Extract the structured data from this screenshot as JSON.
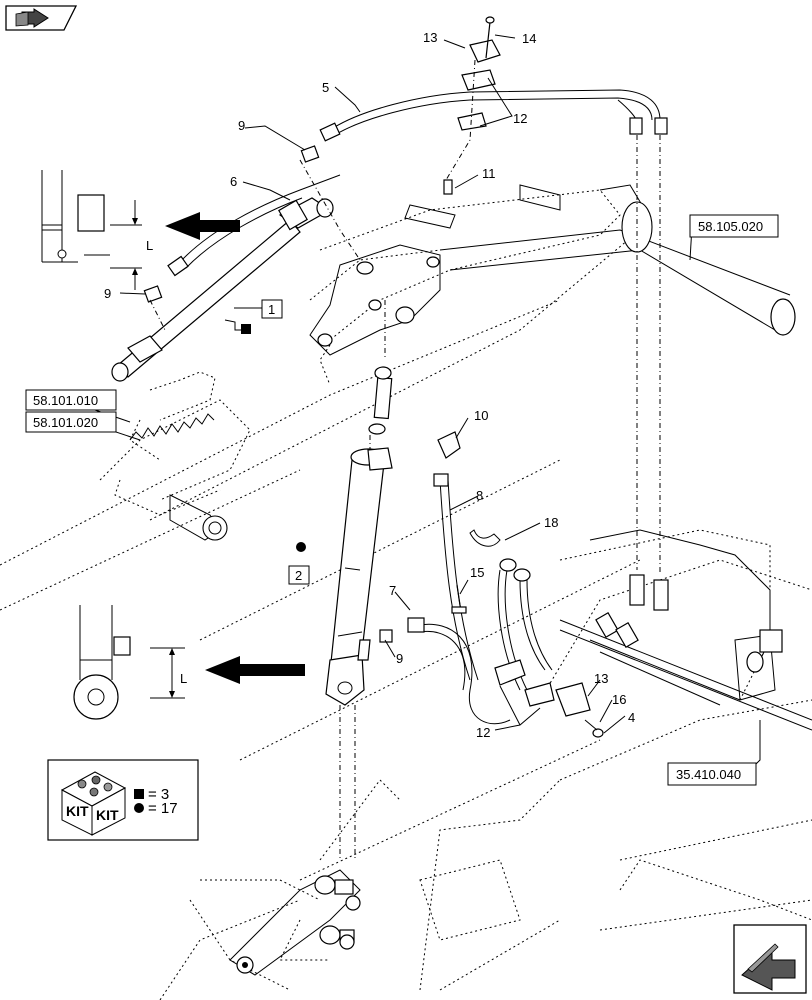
{
  "callouts": {
    "c1": "1",
    "c2": "2",
    "c4": "4",
    "c5": "5",
    "c6": "6",
    "c7": "7",
    "c8": "8",
    "c9a": "9",
    "c9b": "9",
    "c9c": "9",
    "c10": "10",
    "c11": "11",
    "c12a": "12",
    "c12b": "12",
    "c13a": "13",
    "c13b": "13",
    "c14": "14",
    "c15": "15",
    "c16": "16",
    "c18": "18"
  },
  "references": {
    "r1": "58.105.020",
    "r2": "58.101.010",
    "r3": "58.101.020",
    "r4": "35.410.040"
  },
  "dimension_label_top": "L",
  "dimension_label_bottom": "L",
  "kit_legend": {
    "box_text_left": "KIT",
    "box_text_right": "KIT",
    "row1": "= 3",
    "row2": "= 17"
  },
  "icons": [
    "nav-back-icon",
    "nav-forward-icon",
    "kit-box-icon",
    "square-kit-marker-icon",
    "round-kit-marker-icon"
  ]
}
